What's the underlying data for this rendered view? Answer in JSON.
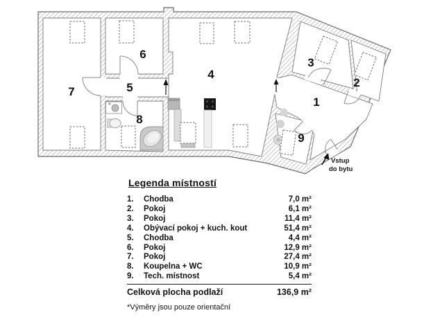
{
  "plan": {
    "rooms": [
      {
        "number": "1"
      },
      {
        "number": "2"
      },
      {
        "number": "3"
      },
      {
        "number": "4"
      },
      {
        "number": "5"
      },
      {
        "number": "6"
      },
      {
        "number": "7"
      },
      {
        "number": "8"
      },
      {
        "number": "9"
      }
    ],
    "entrance": {
      "line1": "Vstup",
      "line2": "do bytu"
    }
  },
  "legend": {
    "title": "Legenda místností",
    "rows": [
      {
        "num": "1.",
        "name": "Chodba",
        "area": "7,0 m²"
      },
      {
        "num": "2.",
        "name": "Pokoj",
        "area": "6,1 m²"
      },
      {
        "num": "3.",
        "name": "Pokoj",
        "area": "11,4 m²"
      },
      {
        "num": "4.",
        "name": "Obývací pokoj + kuch. kout",
        "area": "51,4 m²"
      },
      {
        "num": "5.",
        "name": "Chodba",
        "area": "4,4 m²"
      },
      {
        "num": "6.",
        "name": "Pokoj",
        "area": "12,9 m²"
      },
      {
        "num": "7.",
        "name": "Pokoj",
        "area": "27,4 m²"
      },
      {
        "num": "8.",
        "name": "Koupelna + WC",
        "area": "10,9 m²"
      },
      {
        "num": "9.",
        "name": "Tech. místnost",
        "area": "5,4 m²"
      }
    ],
    "total_label": "Celková plocha podlaží",
    "total_value": "136,9 m²",
    "footnote": "*Výměry jsou pouze orientační"
  },
  "colors": {
    "wall_hatch": "#b3b3b3",
    "outline": "#6b6b6b",
    "text": "#111111"
  }
}
